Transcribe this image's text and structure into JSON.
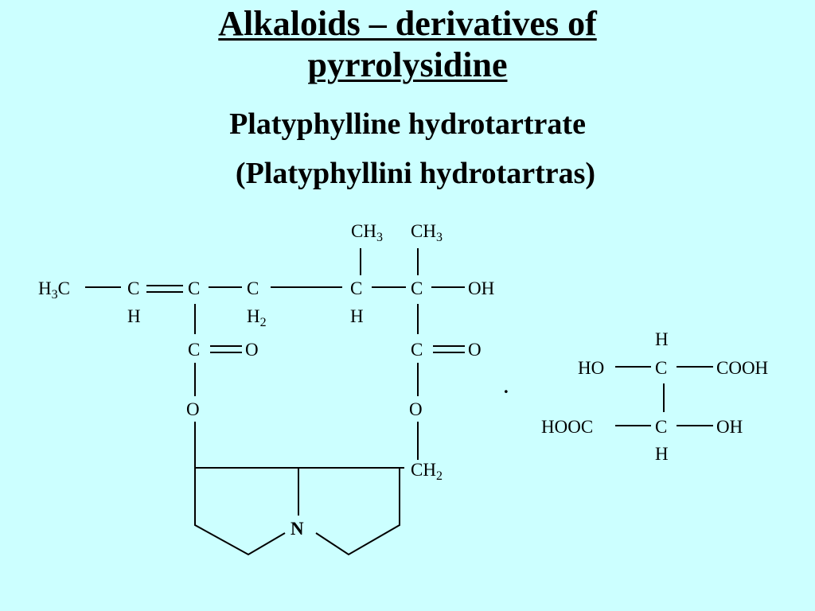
{
  "title": {
    "line1": "Alkaloids – derivatives of",
    "line2": "pyrrolysidine"
  },
  "subtitle": {
    "name": "Platyphylline hydrotartrate",
    "latin": "(Platyphyllini hydrotartras)"
  },
  "platyphylline": {
    "ch3_a": "CH3",
    "ch3_b": "CH3",
    "h3c": "H3C",
    "c1": "C",
    "c2": "C",
    "c3": "C",
    "c4": "C",
    "c5": "C",
    "oh": "OH",
    "h_c1": "H",
    "h2_c3": "H2",
    "h_c4": "H",
    "c_carbonyl_left": "C",
    "o_carbonyl_left": "O",
    "c_carbonyl_right": "C",
    "o_carbonyl_right": "O",
    "o_ester_left": "O",
    "o_ester_right": "O",
    "ch2": "CH2",
    "n": "N"
  },
  "salt_dot": "·",
  "tartaric_acid": {
    "h_top": "H",
    "ho": "HO",
    "c_upper": "C",
    "cooh": "COOH",
    "hooc": "HOOC",
    "c_lower": "C",
    "oh": "OH",
    "h_bottom": "H"
  }
}
